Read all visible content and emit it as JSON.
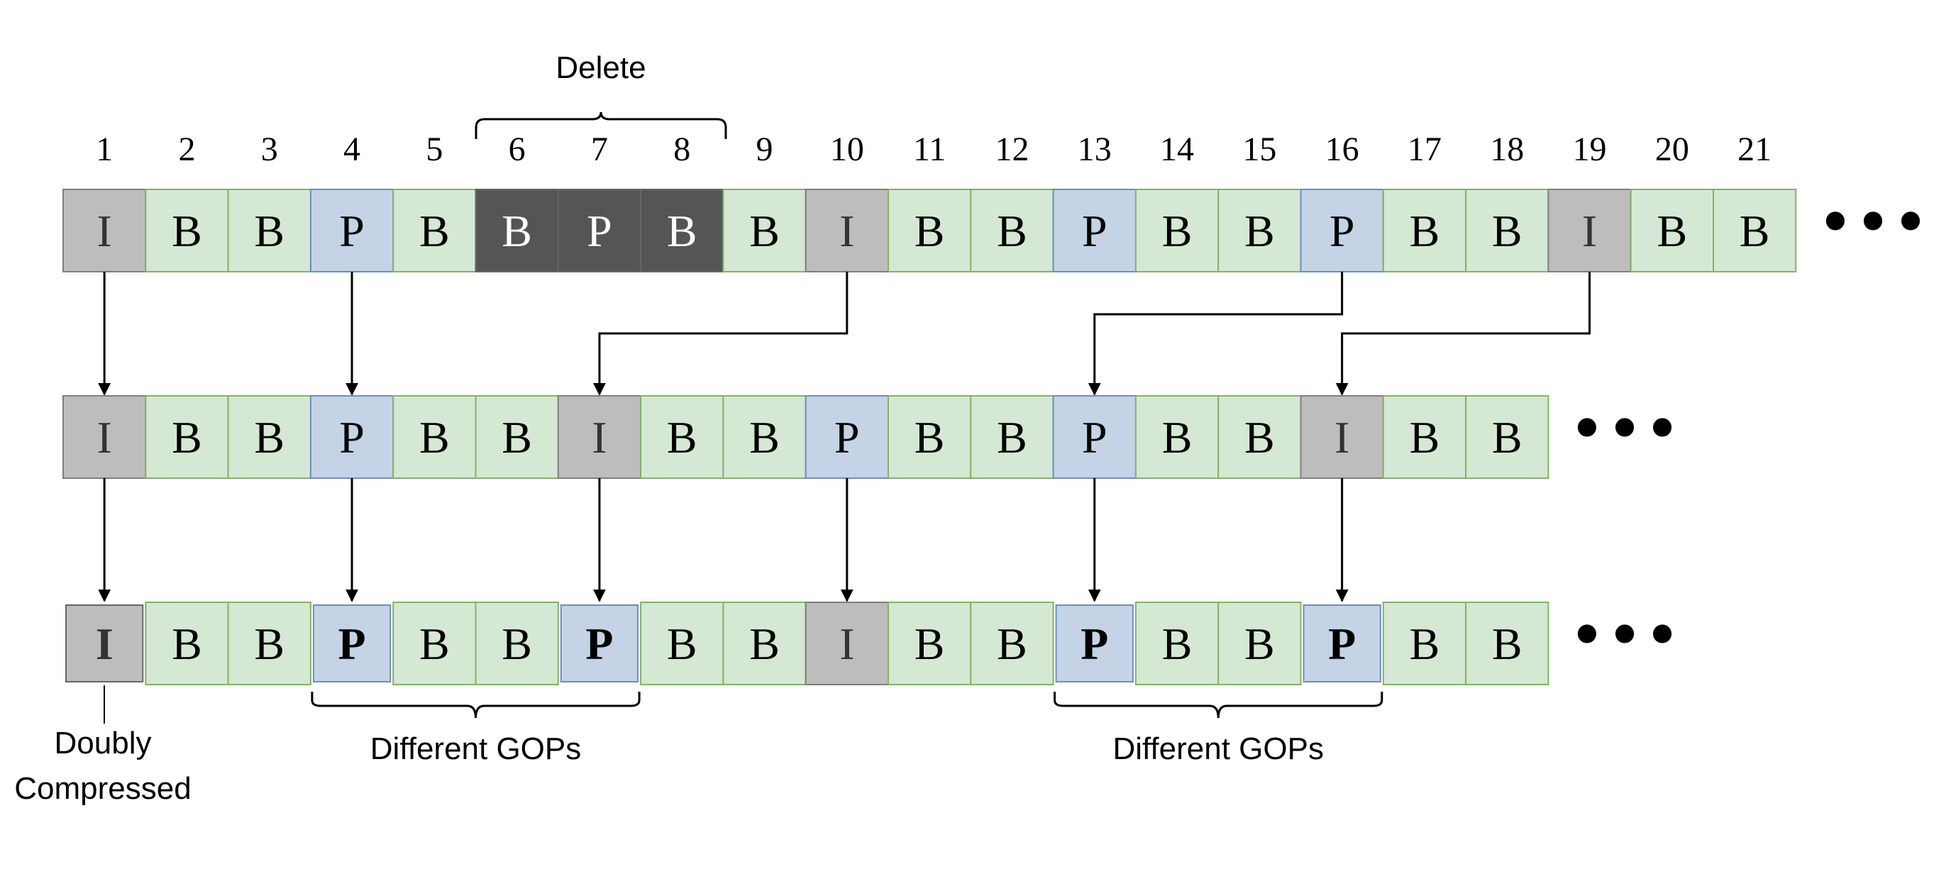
{
  "frame_numbers": [
    "1",
    "2",
    "3",
    "4",
    "5",
    "6",
    "7",
    "8",
    "9",
    "10",
    "11",
    "12",
    "13",
    "14",
    "15",
    "16",
    "17",
    "18",
    "19",
    "20",
    "21"
  ],
  "delete_label": "Delete",
  "row1": [
    "I",
    "B",
    "B",
    "P",
    "B",
    "B",
    "P",
    "B",
    "B",
    "I",
    "B",
    "B",
    "P",
    "B",
    "B",
    "P",
    "B",
    "B",
    "I",
    "B",
    "B"
  ],
  "row1_deleted": [
    5,
    6,
    7
  ],
  "row2": [
    "I",
    "B",
    "B",
    "P",
    "B",
    "B",
    "I",
    "B",
    "B",
    "P",
    "B",
    "B",
    "P",
    "B",
    "B",
    "I",
    "B",
    "B"
  ],
  "row3": [
    "I",
    "B",
    "B",
    "P",
    "B",
    "B",
    "P",
    "B",
    "B",
    "I",
    "B",
    "B",
    "P",
    "B",
    "B",
    "P",
    "B",
    "B"
  ],
  "row3_emphasized": [
    0,
    3,
    6,
    12,
    15
  ],
  "continuation": "•••",
  "doubly_compressed_label": [
    "Doubly",
    "Compressed"
  ],
  "different_gops_label": "Different GOPs",
  "arrows_row1_to_row2": [
    [
      0,
      0
    ],
    [
      3,
      3
    ],
    [
      9,
      6
    ],
    [
      15,
      12
    ],
    [
      18,
      15
    ]
  ],
  "arrows_row2_to_row3": [
    [
      0,
      0
    ],
    [
      3,
      3
    ],
    [
      6,
      6
    ],
    [
      9,
      9
    ],
    [
      12,
      12
    ],
    [
      15,
      15
    ]
  ],
  "gop_groups": [
    [
      3,
      6
    ],
    [
      12,
      15
    ]
  ],
  "colors": {
    "I_fill": "#bdbdbd",
    "I_stroke": "#7f7f7f",
    "I_text": "#333333",
    "P_fill": "#c5d3e6",
    "P_stroke": "#6c8ebf",
    "B_fill": "#d5e8d4",
    "B_stroke": "#82b366",
    "deleted_fill": "#555555",
    "deleted_stroke": "#666666",
    "deleted_text": "#ffffff",
    "emph_I_stroke": "#666666",
    "emph_P_stroke": "#6c8ebf",
    "text": "#000000"
  }
}
